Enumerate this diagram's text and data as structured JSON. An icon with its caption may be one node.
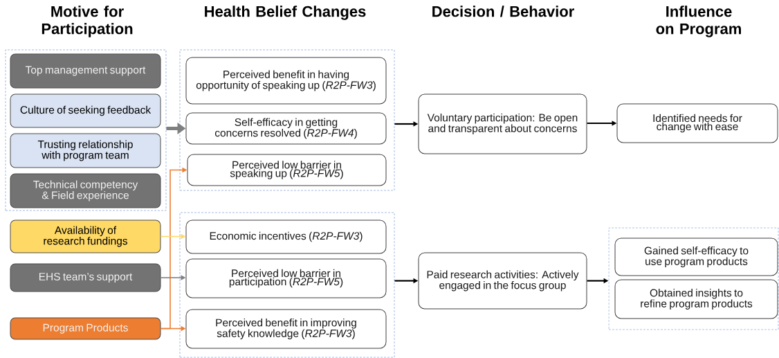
{
  "diagram": {
    "nodes": [
      {
        "text": [],
        "shape": "box"
      },
      {
        "text": [
          "Top management support"
        ],
        "in": 0
      },
      {
        "text": [
          "Culture of seeking feedback"
        ],
        "in": 0
      },
      {
        "text": [
          "Trusting relationship with program team"
        ],
        "in": 0
      },
      {
        "text": [
          "Technical competency & Field experience"
        ],
        "in": 0
      },
      {
        "text": [
          "Availability of research fundings"
        ]
      },
      {
        "text": [
          "EHS team’s support"
        ]
      },
      {
        "text": [
          "Program Products"
        ]
      },
      {
        "text": [],
        "shape": "box"
      },
      {
        "text": [
          "Perceived benefit in having opportunity of speaking up (*R2P-FW3*)"
        ],
        "in": 8
      },
      {
        "text": [
          "Self-efficacy in getting concerns resolved (*R2P-FW4*)"
        ],
        "in": 8
      },
      {
        "text": [
          "Perceived low barrier in speaking up (*R2P-FW5*)"
        ],
        "in": 8
      },
      {
        "text": [],
        "shape": "box"
      },
      {
        "text": [
          "Economic incentives (*R2P-FW3*)"
        ],
        "in": 12
      },
      {
        "text": [
          "Perceived low barrier in participation (*R2P-FW5*)"
        ],
        "in": 12
      },
      {
        "text": [
          "Perceived benefit in improving safety knowledge (*R2P-FW3*)"
        ],
        "in": 12
      },
      {
        "text": [
          "Voluntary participation: Be open and transparent about concerns"
        ]
      },
      {
        "text": [
          "Identified needs for change with ease"
        ]
      },
      {
        "text": [
          "Paid research activities: Actively engaged in the focus group"
        ]
      },
      {
        "text": [],
        "shape": "box"
      },
      {
        "text": [
          "Gained self-efficacy to use program products"
        ],
        "in": 19
      },
      {
        "text": [
          "Obtained insights to refine program products"
        ],
        "in": 19
      }
    ],
    "edges": [
      {
        "from": 0,
        "to": 10,
        "arrow": "to",
        "style": "thick",
        "color": "#7f7f7f"
      },
      {
        "from": 7,
        "to": 11,
        "arrow": "to",
        "color": "#ed7d31"
      },
      {
        "from": 7,
        "to": 15,
        "arrow": "to",
        "color": "#ed7d31"
      },
      {
        "from": 5,
        "to": 13,
        "arrow": "to",
        "color": "#ffd966"
      },
      {
        "from": 6,
        "to": 14,
        "arrow": "to",
        "color": "#7f7f7f"
      },
      {
        "from": 8,
        "to": 16,
        "arrow": "to"
      },
      {
        "from": 16,
        "to": 17,
        "arrow": "to"
      },
      {
        "from": 12,
        "to": 18,
        "arrow": "to"
      },
      {
        "from": 18,
        "to": 19,
        "arrow": "to"
      }
    ],
    "labels": [
      "Motive for Participation",
      "Health Belief Changes",
      "Decision / Behavior",
      "Influence on Program"
    ]
  }
}
